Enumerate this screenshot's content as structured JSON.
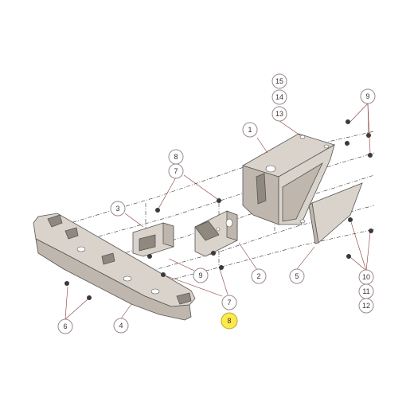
{
  "callouts": [
    {
      "label": "15",
      "highlight": false
    },
    {
      "label": "14",
      "highlight": false
    },
    {
      "label": "13",
      "highlight": false
    },
    {
      "label": "1",
      "highlight": false
    },
    {
      "label": "9",
      "highlight": false
    },
    {
      "label": "8",
      "highlight": false
    },
    {
      "label": "7",
      "highlight": false
    },
    {
      "label": "3",
      "highlight": false
    },
    {
      "label": "9",
      "highlight": false
    },
    {
      "label": "2",
      "highlight": false
    },
    {
      "label": "7",
      "highlight": false
    },
    {
      "label": "8",
      "highlight": true
    },
    {
      "label": "6",
      "highlight": false
    },
    {
      "label": "4",
      "highlight": false
    },
    {
      "label": "5",
      "highlight": false
    },
    {
      "label": "10",
      "highlight": false
    },
    {
      "label": "11",
      "highlight": false
    },
    {
      "label": "12",
      "highlight": false
    }
  ],
  "colors": {
    "highlight": "#fde94a",
    "leader": "#8b3a3a",
    "part_light": "#d9d3cb"
  }
}
